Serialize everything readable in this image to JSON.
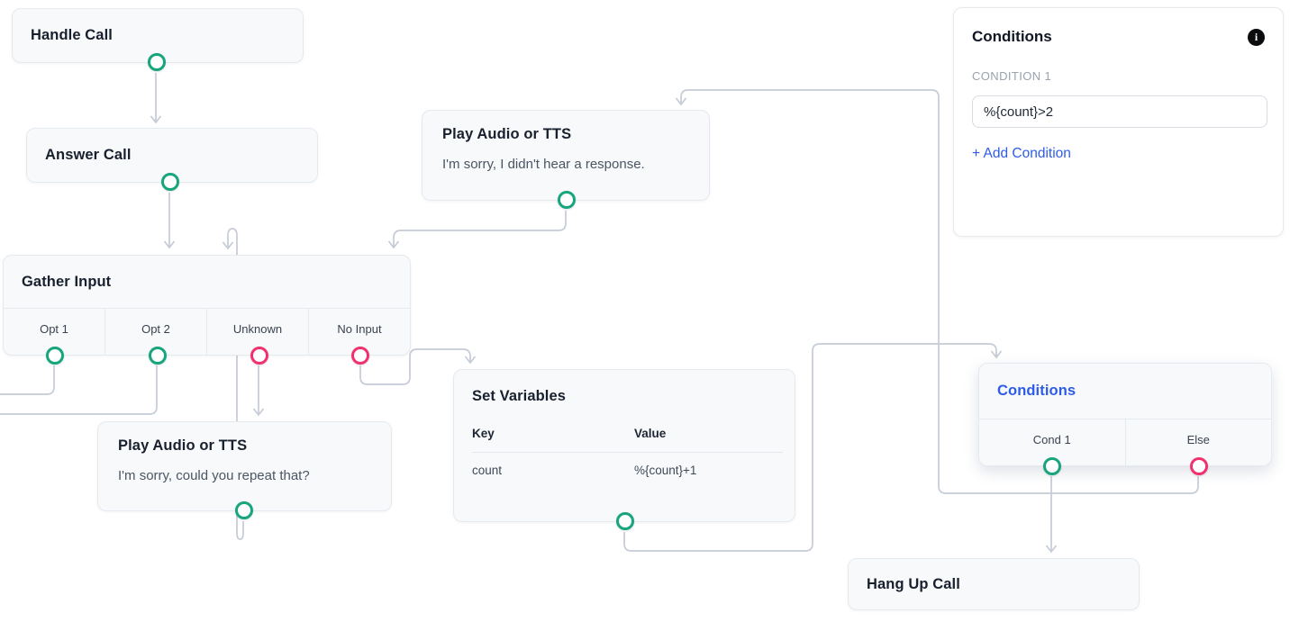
{
  "accent": {
    "green": "#16a57c",
    "pink": "#f1316e",
    "blue": "#2e5ce6",
    "edge": "#c5cbd7"
  },
  "nodes": {
    "handle_call": {
      "title": "Handle Call"
    },
    "answer_call": {
      "title": "Answer Call"
    },
    "play_tts_top": {
      "title": "Play Audio or TTS",
      "subtitle": "I'm sorry, I didn't hear a response."
    },
    "gather_input": {
      "title": "Gather Input",
      "options": [
        {
          "label": "Opt 1"
        },
        {
          "label": "Opt 2"
        },
        {
          "label": "Unknown"
        },
        {
          "label": "No Input"
        }
      ]
    },
    "play_tts_bottom": {
      "title": "Play Audio or TTS",
      "subtitle": "I'm sorry, could you repeat that?"
    },
    "set_variables": {
      "title": "Set Variables",
      "col_key": "Key",
      "col_value": "Value",
      "rows": [
        {
          "key": "count",
          "value": "%{count}+1"
        }
      ]
    },
    "conditions_node": {
      "title": "Conditions",
      "options": [
        {
          "label": "Cond 1"
        },
        {
          "label": "Else"
        }
      ]
    },
    "hang_up": {
      "title": "Hang Up Call"
    }
  },
  "panel": {
    "title": "Conditions",
    "info_icon": "i",
    "section_label": "CONDITION 1",
    "condition_value": "%{count}>2",
    "add_link": "+ Add Condition"
  }
}
